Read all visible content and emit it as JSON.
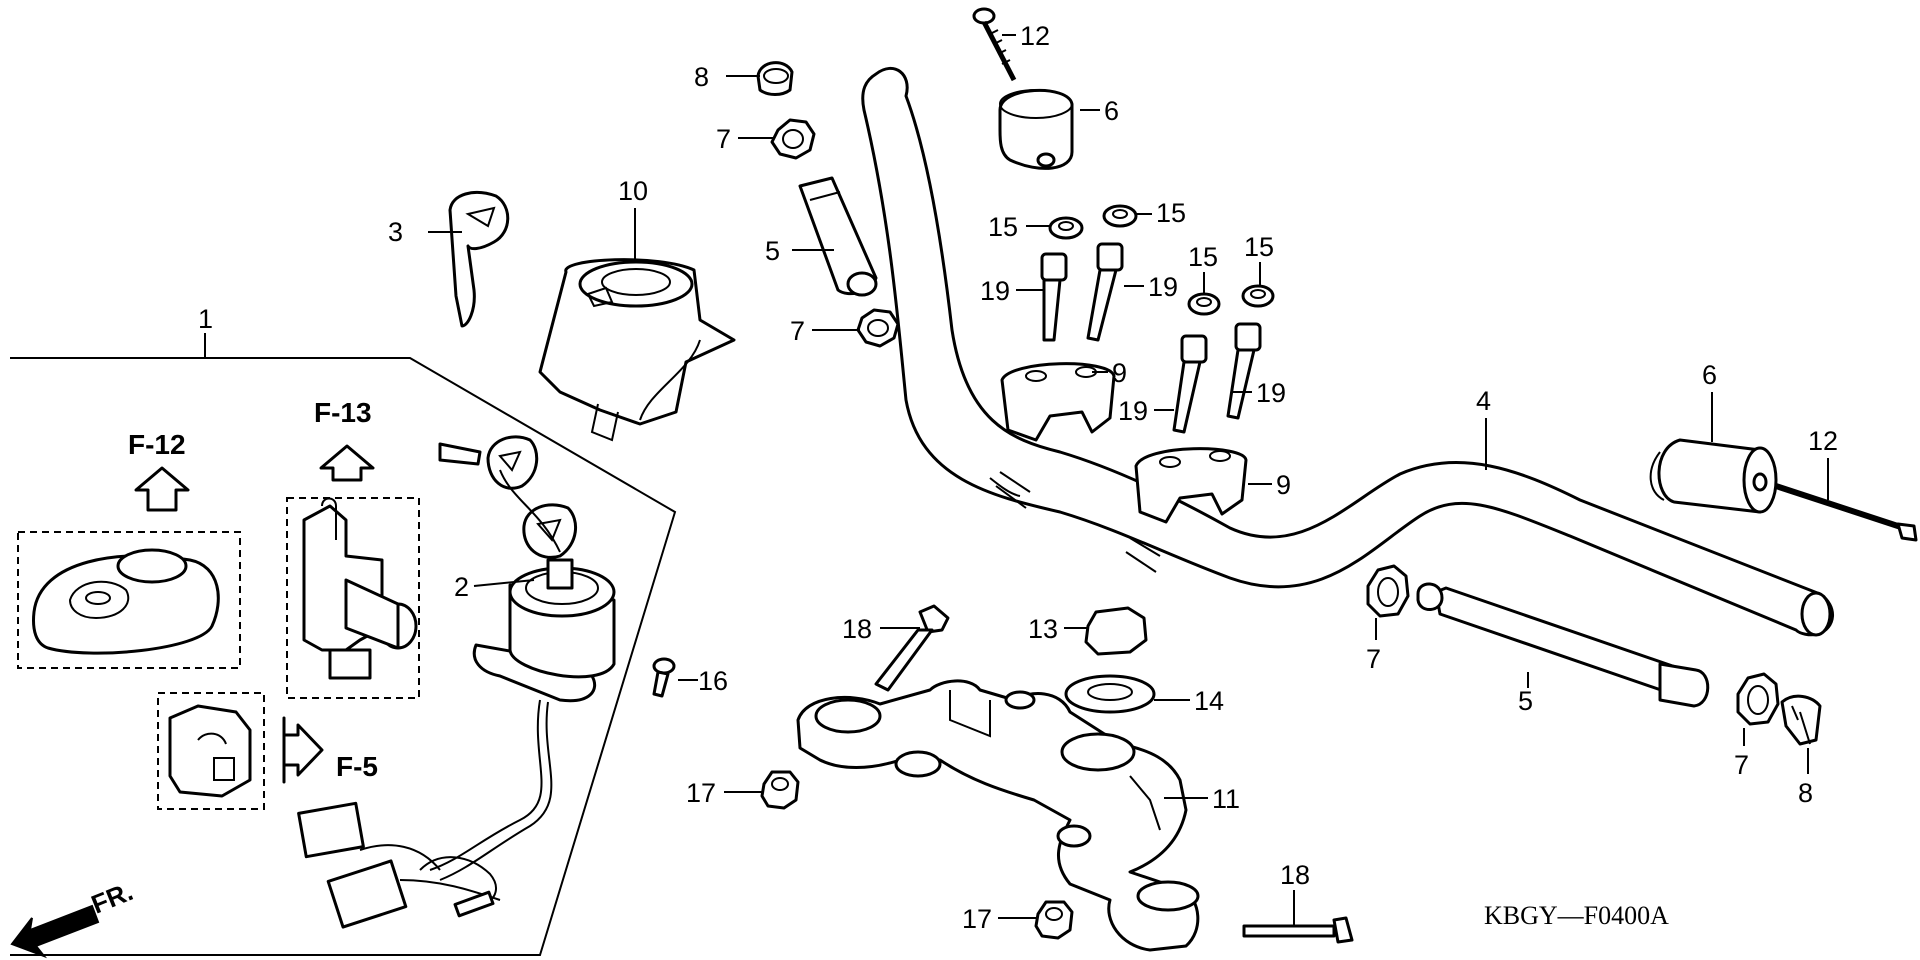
{
  "callouts": {
    "c1": "1",
    "c2": "2",
    "c3": "3",
    "c4": "4",
    "c5a": "5",
    "c5b": "5",
    "c6a": "6",
    "c6b": "6",
    "c7a": "7",
    "c7b": "7",
    "c7c": "7",
    "c7d": "7",
    "c8a": "8",
    "c8b": "8",
    "c9a": "9",
    "c9b": "9",
    "c10": "10",
    "c11": "11",
    "c12a": "12",
    "c12b": "12",
    "c13": "13",
    "c14": "14",
    "c15a": "15",
    "c15b": "15",
    "c15c": "15",
    "c15d": "15",
    "c16": "16",
    "c17a": "17",
    "c17b": "17",
    "c18a": "18",
    "c18b": "18",
    "c19a": "19",
    "c19b": "19",
    "c19c": "19",
    "c19d": "19"
  },
  "refs": {
    "f12": "F-12",
    "f13": "F-13",
    "f5": "F-5"
  },
  "front_label": "FR.",
  "diagram_code": "KBGY—F0400A"
}
